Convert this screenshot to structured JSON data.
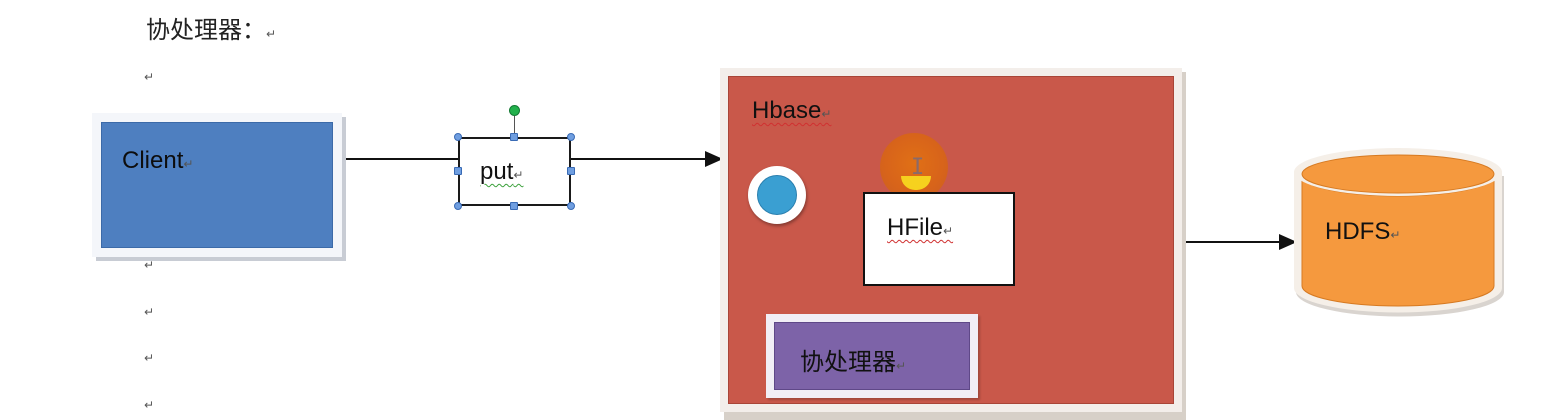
{
  "heading": {
    "text": "协处理器：",
    "para_mark": "↵"
  },
  "paragraph_marks": [
    "↵",
    "↵",
    "↵",
    "↵",
    "↵"
  ],
  "client": {
    "label": "Client",
    "para_mark": "↵"
  },
  "put": {
    "label": "put",
    "para_mark": "↵"
  },
  "hbase": {
    "label": "Hbase",
    "para_mark": "↵",
    "hfile": {
      "label": "HFile",
      "para_mark": "↵"
    },
    "coprocessor": {
      "label": "协处理器",
      "para_mark": "↵"
    }
  },
  "hdfs": {
    "label": "HDFS",
    "para_mark": "↵"
  },
  "cursor": {
    "glyph": "I"
  },
  "colors": {
    "client_fill": "#4e7fc0",
    "hbase_fill": "#c9584a",
    "coprocessor_fill": "#7d63a8",
    "hook_fill": "#3a9fd2",
    "hdfs_fill": "#f5993e",
    "cursor_highlight": "#e07016",
    "selection_handle": "#6f9ee0",
    "rotation_handle": "#22b14c"
  }
}
